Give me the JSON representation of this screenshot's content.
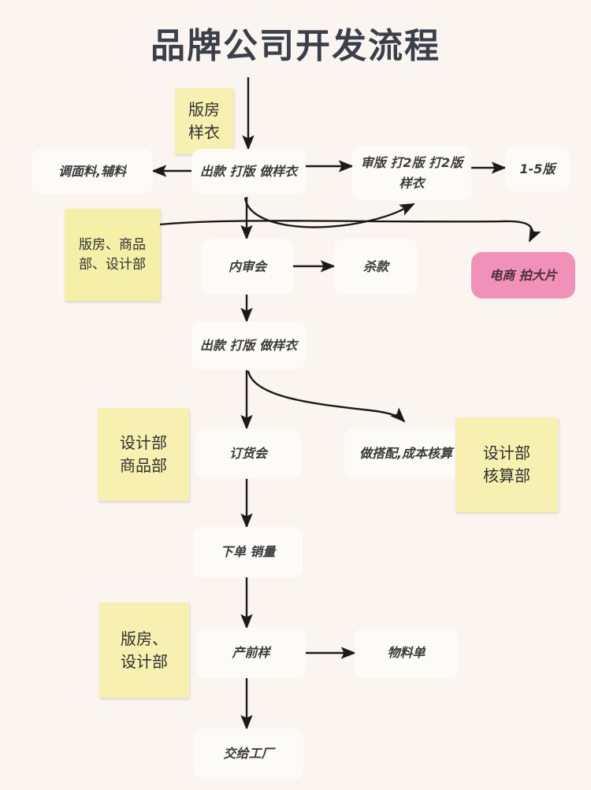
{
  "page": {
    "title": "品牌公司开发流程",
    "background_color": "#faf5f1",
    "title_color": "#3a3f49"
  },
  "colors": {
    "node_bg": "#fdfbf8",
    "sticky_bg": "#f7f0b0",
    "pink_bg": "#f291b8",
    "edge": "#1b1b1b",
    "text": "#3b3b3b"
  },
  "nodes": {
    "sample_room_sticky": {
      "line1": "版房",
      "line2": "样衣"
    },
    "fabric": {
      "label": "调面料,辅料"
    },
    "style_pattern_sample_1": {
      "label": "出款 打版 做样衣"
    },
    "review_pattern": {
      "line1": "审版 打2版 打2版",
      "line2": "样衣"
    },
    "versions": {
      "label": "1-5版"
    },
    "dept_sticky_1": {
      "line1": "版房、商品",
      "line2": "部、设计部"
    },
    "internal_review": {
      "label": "内审会"
    },
    "kill_style": {
      "label": "杀款"
    },
    "ecommerce": {
      "label": "电商 拍大片"
    },
    "style_pattern_sample_2": {
      "label": "出款 打版 做样衣"
    },
    "dept_sticky_2": {
      "line1": "设计部",
      "line2": "商品部"
    },
    "order_meeting": {
      "label": "订货会"
    },
    "matching_costing": {
      "label": "做搭配,成本核算"
    },
    "dept_sticky_3": {
      "line1": "设计部",
      "line2": "核算部"
    },
    "place_order": {
      "label": "下单 销量"
    },
    "dept_sticky_4": {
      "line1": "版房、",
      "line2": "设计部"
    },
    "preproduction_sample": {
      "label": "产前样"
    },
    "material_list": {
      "label": "物料单"
    },
    "deliver_factory": {
      "label": "交给工厂"
    }
  }
}
